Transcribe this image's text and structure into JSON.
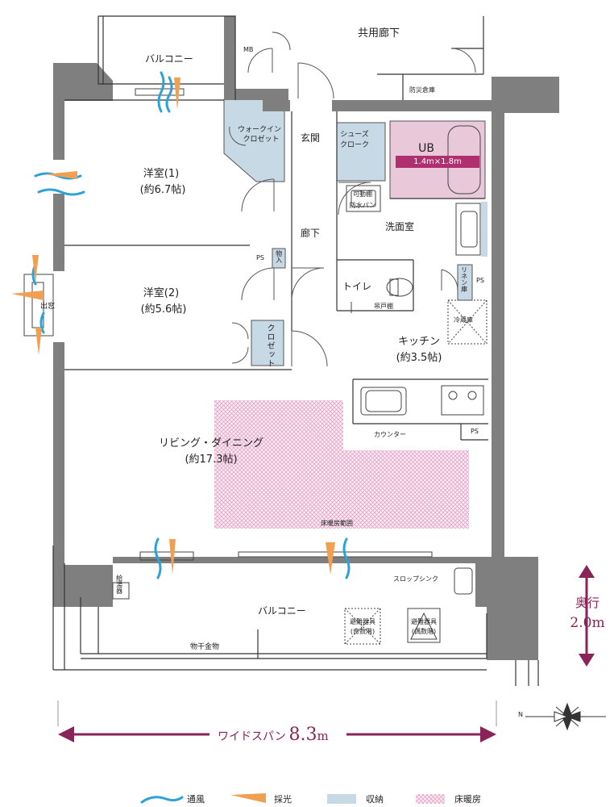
{
  "colors": {
    "wall": "#7f7f7f",
    "storage": "#c8d9e6",
    "bath": "#e9c8da",
    "accent": "#8a2358",
    "ventilation": "#2ba3d9",
    "daylight": "#f0a050",
    "floor_heating": "#e4a3c7"
  },
  "labels": {
    "common_corridor": "共用廊下",
    "mb": "MB",
    "balcony_top": "バルコニー",
    "disaster_storage": "防災倉庫",
    "walkin_closet_1": "ウォークイン",
    "walkin_closet_2": "クロゼット",
    "entrance": "玄関",
    "shoes_cloak_1": "シューズ",
    "shoes_cloak_2": "クローク",
    "ub": "UB",
    "ub_size": "1.4m×1.8m",
    "room1": "洋室(1)",
    "room1_size": "(約6.7帖)",
    "movable_shelf": "可動棚",
    "waterproof_pan": "防水パン",
    "corridor": "廊下",
    "washroom": "洗面室",
    "ps": "PS",
    "storage_small": "物入",
    "linen": "リネン庫",
    "toilet": "トイレ",
    "hanging_shelf": "吊戸棚",
    "fridge": "冷蔵庫",
    "bay_window": "出窓",
    "room2": "洋室(2)",
    "room2_size": "(約5.6帖)",
    "closet": "クロゼット",
    "kitchen": "キッチン",
    "kitchen_size": "(約3.5帖)",
    "counter": "カウンター",
    "living": "リビング・ダイニング",
    "living_size": "(約17.3帖)",
    "floor_heating_area": "床暖房範囲",
    "slop_sink": "スロップシンク",
    "water_heater": "給湯器",
    "balcony_bottom": "バルコニー",
    "escape_odd_1": "避難器具",
    "escape_odd_2": "(奇数階)",
    "escape_even_1": "避難器具",
    "escape_even_2": "(偶数階)",
    "laundry_hardware": "物干金物",
    "depth_label": "奥行",
    "depth_value": "2.0m",
    "span_label": "ワイドスパン",
    "span_value": "8.3",
    "span_unit": "m",
    "north": "N"
  },
  "legend": [
    {
      "label": "通風",
      "icon": "ventilation-icon"
    },
    {
      "label": "採光",
      "icon": "daylight-icon"
    },
    {
      "label": "収納",
      "icon": "storage-swatch"
    },
    {
      "label": "床暖房",
      "icon": "floor-heating-swatch"
    }
  ]
}
